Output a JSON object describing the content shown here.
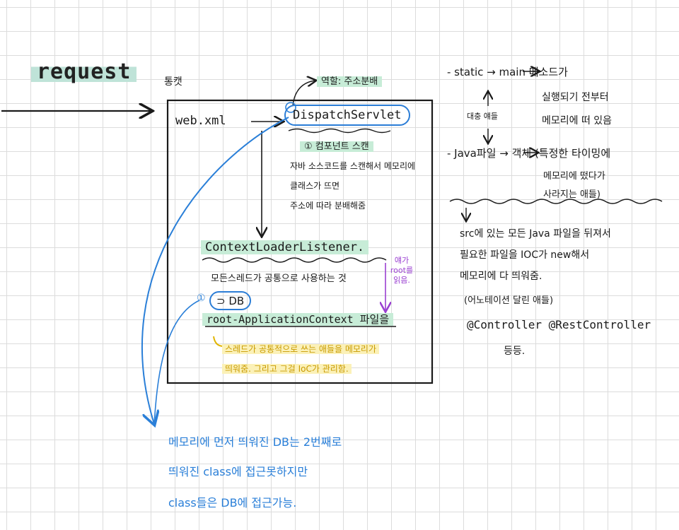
{
  "title": "request",
  "box_label": "통캣",
  "left_box": {
    "web_xml": "web.xml",
    "dispatcher": "DispatchServlet",
    "dispatcher_note": "역할: 주소분배",
    "component_scan": "① 컴포넌트 스캔",
    "scan_lines": [
      "자바 소스코드를 스캔해서 메모리에",
      "클래스가 뜨면",
      "주소에 따라 분배해줌"
    ],
    "context_listener": "ContextLoaderListener.",
    "common_text": "모든스레드가 공통으로 사용하는 것",
    "db_marker": "①",
    "db_text": "⊃ DB",
    "root_context": "root-ApplicationContext 파일을",
    "root_note": "얘가 root를 읽음.",
    "yellow_lines": [
      "스레드가 공통적으로 쓰는 애들을 메모리가",
      "띄워줌. 그리고 그걸 IoC가 관리함."
    ]
  },
  "right_panel": {
    "static_line": "- static → main 메소드가",
    "static_line2": "실행되기 전부터",
    "static_line3": "메모리에 떠 있음",
    "mid_label": "대충 얘들",
    "java_line": "- Java파일 → 객체 (특정한 타이밍에",
    "java_line2": "메모리에 떴다가",
    "java_line3": "사라지는 애들)",
    "src_lines": [
      "src에 있는 모든 Java 파일을 뒤져서",
      "필요한 파일을 IOC가 new해서",
      "메모리에 다 띄워줌.",
      "(어노테이션 달린 애들)",
      "@Controller @RestController",
      "등등."
    ]
  },
  "bottom_note": [
    "메모리에 먼저 띄워진 DB는 2번째로",
    "띄워진 class에 접근못하지만",
    "class들은 DB에 접근가능."
  ],
  "colors": {
    "grid": "#dcdcdc",
    "blue": "#2a7fd8",
    "purple": "#9a3fd1",
    "green_highlight": "#c7ecd7",
    "yellow_highlight": "#fbf1b8",
    "ink": "#1a1a1a"
  }
}
